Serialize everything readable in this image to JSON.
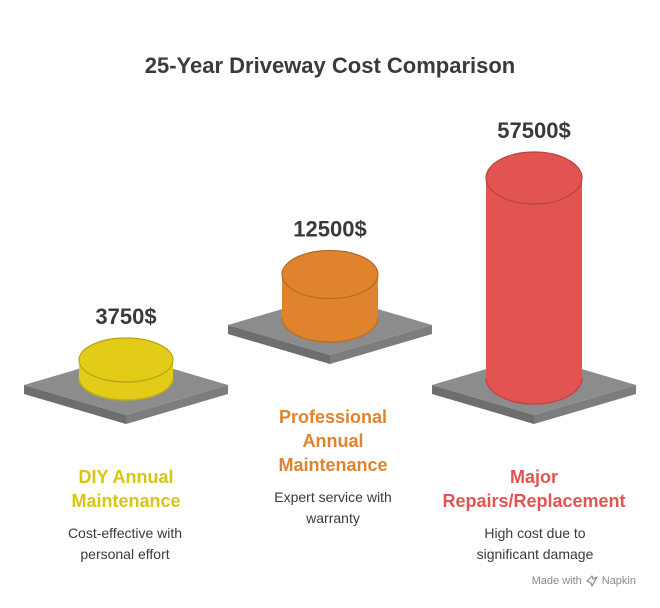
{
  "chart_data": {
    "type": "bar",
    "title": "25-Year Driveway Cost Comparison",
    "categories": [
      "DIY Annual Maintenance",
      "Professional Annual Maintenance",
      "Major Repairs/Replacement"
    ],
    "values": [
      3750,
      12500,
      57500
    ],
    "value_labels": [
      "3750$",
      "12500$",
      "57500$"
    ],
    "descriptions": [
      "Cost-effective with personal effort",
      "Expert service with warranty",
      "High cost due to significant damage"
    ],
    "colors": [
      "#e3cc17",
      "#e0832d",
      "#e25451"
    ],
    "label_colors": [
      "#d8c414",
      "#e0832d",
      "#e25451"
    ],
    "base_color": "#8c8c8c"
  },
  "footer": {
    "made_with": "Made with",
    "brand": "Napkin"
  }
}
